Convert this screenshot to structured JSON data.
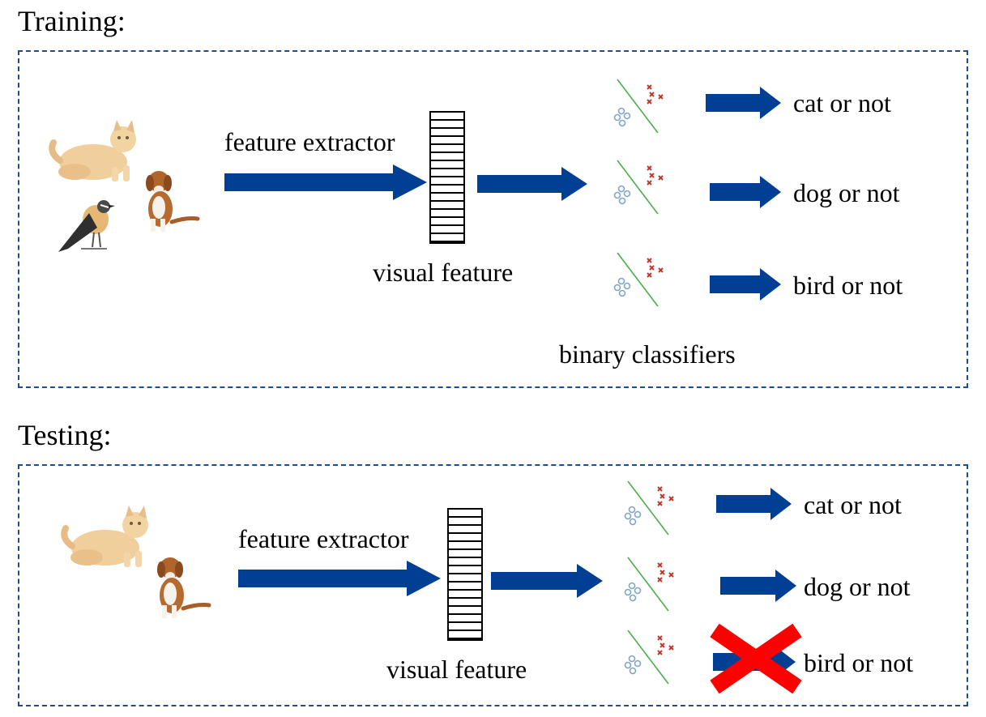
{
  "training": {
    "title": "Training:",
    "feature_extractor_label": "feature extractor",
    "visual_feature_label": "visual feature",
    "binary_classifiers_label": "binary classifiers",
    "outputs": [
      "cat or not",
      "dog or not",
      "bird or not"
    ],
    "images": [
      "cat-image",
      "dog-image",
      "bird-image"
    ]
  },
  "testing": {
    "title": "Testing:",
    "feature_extractor_label": "feature extractor",
    "visual_feature_label": "visual feature",
    "outputs": [
      "cat or not",
      "dog or not",
      "bird or not"
    ],
    "images": [
      "cat-image",
      "dog-image"
    ],
    "removed_output": "bird or not"
  },
  "colors": {
    "arrow": "#003f94",
    "panel_border": "#1f4e8c",
    "classifier_line": "#4cae4c",
    "cross_marker": "#c0392b",
    "circle_marker": "#7fa6c8",
    "big_x": "#ff0000"
  }
}
